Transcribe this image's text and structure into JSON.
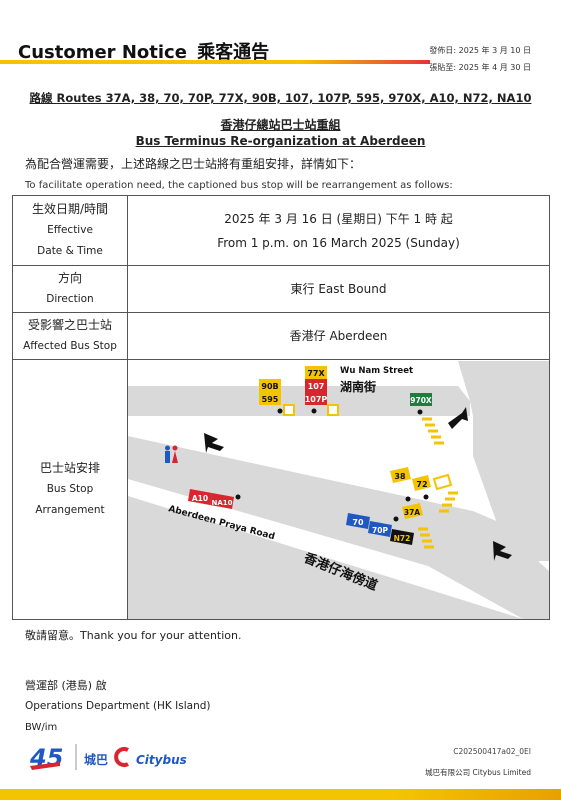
{
  "header": {
    "title_en": "Customer  Notice",
    "title_zh": "乘客通告",
    "issue_date": "發佈日: 2025 年 3 月 10 日",
    "post_date": "張貼至: 2025 年 4 月 30 日"
  },
  "notice": {
    "routes": "路線  Routes 37A, 38, 70, 70P, 77X, 90B, 107, 107P, 595, 970X, A10, N72, NA10",
    "subject_zh": "香港仔總站巴士站重組",
    "subject_en": "Bus Terminus Re-organization at Aberdeen",
    "intro_zh": "為配合營運需要，上述路線之巴士站將有重組安排，詳情如下：",
    "intro_en": "To facilitate operation need, the captioned bus stop will be rearrangement as follows:"
  },
  "table": {
    "effective": {
      "label_zh": "生效日期/時間",
      "label_en1": "Effective",
      "label_en2": "Date & Time",
      "value_zh": "2025  年  3  月  16  日  (星期日)    下午  1  時  起",
      "value_en": "From 1 p.m. on 16 March 2025 (Sunday)"
    },
    "direction": {
      "label_zh": "方向",
      "label_en": "Direction",
      "value": "東行    East Bound"
    },
    "affected": {
      "label_zh": "受影響之巴士站",
      "label_en": "Affected Bus Stop",
      "value": "香港仔  Aberdeen"
    },
    "arrangement": {
      "label_zh": "巴士站安排",
      "label_en1": "Bus Stop",
      "label_en2": "Arrangement"
    }
  },
  "map": {
    "street_top_en": "Wu Nam Street",
    "street_top_zh": "湖南街",
    "road_en": "Aberdeen Praya Road",
    "road_zh": "香港仔海傍道",
    "routes": {
      "r77x": "77X",
      "r107": "107",
      "r107p": "107P",
      "r90b": "90B",
      "r595": "595",
      "r970x": "970X",
      "r38": "38",
      "r72": "72",
      "r37a": "37A",
      "r70": "70",
      "r70p": "70P",
      "rn72": "N72",
      "ra10": "A10",
      "rna10": "NA10"
    },
    "colors": {
      "yellow": "#f5c400",
      "red": "#d7262e",
      "green": "#1a7f3c",
      "blue": "#1f57c3",
      "black": "#111111",
      "road": "#d9d9d9"
    }
  },
  "footer": {
    "thanks": "敬請留意。Thank you for your attention.",
    "dept_zh": "營運部  (港島)  啟",
    "dept_en": "Operations Department (HK Island)",
    "initials": "BW/im",
    "ref": "C202500417a02_0EI",
    "company": "城巴有限公司  Citybus Limited",
    "brand_zh": "城巴",
    "brand_en": "Citybus"
  }
}
